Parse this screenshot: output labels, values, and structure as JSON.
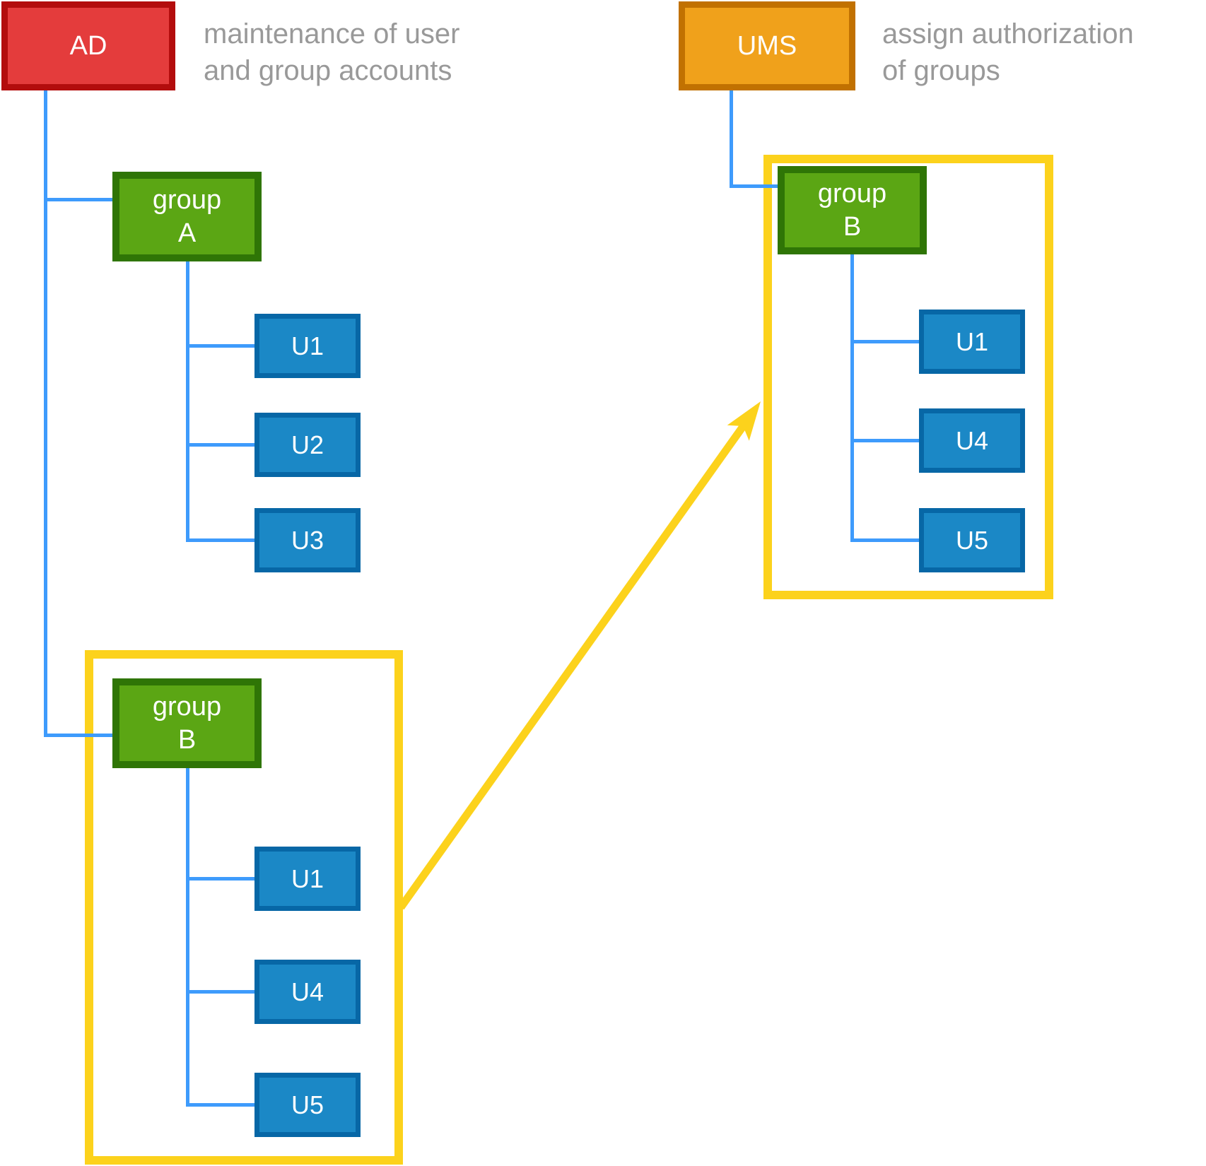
{
  "diagram": {
    "ad": {
      "label": "AD",
      "annotation_line1": "maintenance of user",
      "annotation_line2": "and group accounts"
    },
    "ums": {
      "label": "UMS",
      "annotation_line1": "assign authorization",
      "annotation_line2": "of groups"
    },
    "group_a": {
      "label_top": "group",
      "label_bottom": "A",
      "users": [
        "U1",
        "U2",
        "U3"
      ]
    },
    "group_b_ad": {
      "label_top": "group",
      "label_bottom": "B",
      "users": [
        "U1",
        "U4",
        "U5"
      ]
    },
    "group_b_ums": {
      "label_top": "group",
      "label_bottom": "B",
      "users": [
        "U1",
        "U4",
        "U5"
      ]
    },
    "colors": {
      "ad_fill": "#e43c3c",
      "ad_border": "#b30d0d",
      "ums_fill": "#f0a11b",
      "ums_border": "#c17101",
      "group_fill": "#5ba614",
      "group_border": "#2f7506",
      "user_fill": "#1b88c6",
      "user_border": "#0767a6",
      "connector_blue": "#3e9bfc",
      "container_yellow": "#fcd21c",
      "annotation_gray": "#999999",
      "node_text": "#ffffff"
    }
  }
}
